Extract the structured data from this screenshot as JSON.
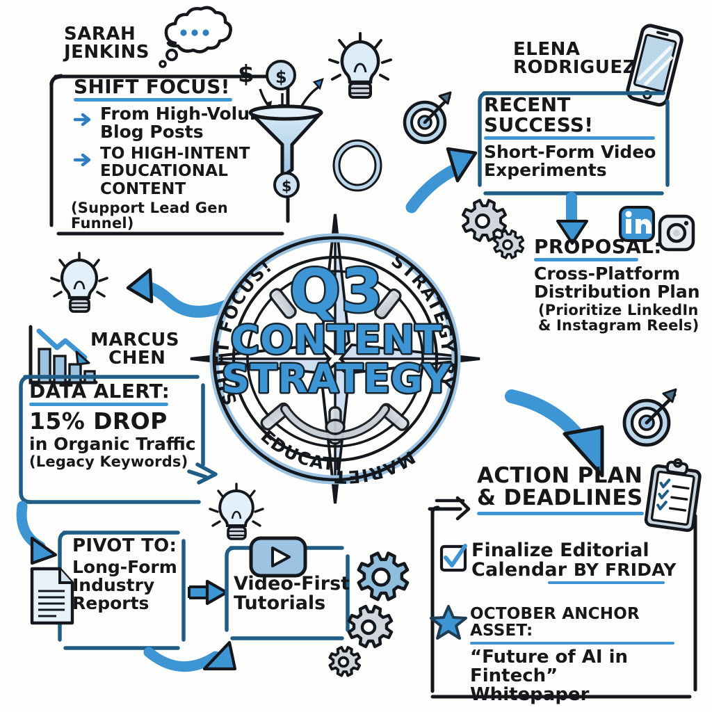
{
  "canvas": {
    "title": "Q3 Content Strategy whiteboard sketch",
    "background": "#fdfdfc",
    "accent_blue": "#3e95d4",
    "deep_blue": "#1f5d86",
    "ink": "#14181c",
    "pale_blue": "#bcd6ea",
    "gray": "#c5ccd2"
  },
  "center": {
    "ring_top_left": "SHIFT FOCUS!",
    "ring_top_right": "STRATEGY BY",
    "ring_bottom_right": "MARIET PLAN",
    "ring_bottom_left": "EDUCATIONAL",
    "title_line1": "Q3",
    "title_line2": "CONTENT",
    "title_line3": "STRATEGY",
    "icon": "ships-wheel-compass-icon"
  },
  "shift_focus": {
    "speaker_line1": "SARAH",
    "speaker_line2": "JENKINS",
    "heading": "SHIFT FOCUS!",
    "bullets": [
      {
        "marker": "arrow",
        "line1": "From High-Volume",
        "line2": "Blog Posts"
      },
      {
        "marker": "arrow",
        "line1": "TO HIGH-INTENT",
        "line2": "EDUCATIONAL CONTENT"
      }
    ],
    "note": "(Support Lead Gen Funnel)",
    "icons": [
      "thought-bubble-icon",
      "funnel-icon",
      "dollar-coin-icon",
      "lightbulb-icon"
    ]
  },
  "recent_success": {
    "speaker_line1": "ELENA",
    "speaker_line2": "RODRIGUEZ",
    "heading": "RECENT SUCCESS!",
    "line1": "Short-Form Video",
    "line2": "Experiments",
    "icons": [
      "smartphone-icon"
    ]
  },
  "proposal": {
    "heading": "PROPOSAL:",
    "line1": "Cross-Platform",
    "line2": "Distribution Plan",
    "note1": "(Prioritize LinkedIn",
    "note2": "& Instagram Reels)",
    "icons": [
      "linkedin-icon",
      "instagram-icon",
      "gear-icon",
      "target-icon"
    ]
  },
  "data_alert": {
    "speaker_line1": "MARCUS",
    "speaker_line2": "CHEN",
    "heading": "DATA ALERT:",
    "metric": "15% DROP",
    "line1": "in Organic Traffic",
    "note": "(Legacy Keywords)",
    "icons": [
      "declining-bar-chart-icon",
      "lightbulb-icon"
    ]
  },
  "pivot": {
    "heading": "PIVOT TO:",
    "line1": "Long-Form",
    "line2": "Industry",
    "line3": "Reports",
    "icons": [
      "document-icon"
    ]
  },
  "video_first": {
    "line1": "Video-First",
    "line2": "Tutorials",
    "icons": [
      "play-button-icon"
    ]
  },
  "action_plan": {
    "heading_line1": "ACTION PLAN",
    "heading_line2": "& DEADLINES",
    "items": [
      {
        "marker": "checkbox",
        "line1": "Finalize Editorial",
        "line2_plain": "Calendar ",
        "line2_emph": "BY FRIDAY"
      },
      {
        "marker": "star",
        "heading": "OCTOBER ANCHOR ASSET:",
        "line1": "“Future of AI in Fintech”",
        "line2": "Whitepaper"
      }
    ],
    "icons": [
      "clipboard-checklist-icon",
      "gear-icon"
    ]
  },
  "decor_icons": [
    "lightbulb-icon",
    "target-icon",
    "gear-icon",
    "dollar-coin-icon"
  ]
}
